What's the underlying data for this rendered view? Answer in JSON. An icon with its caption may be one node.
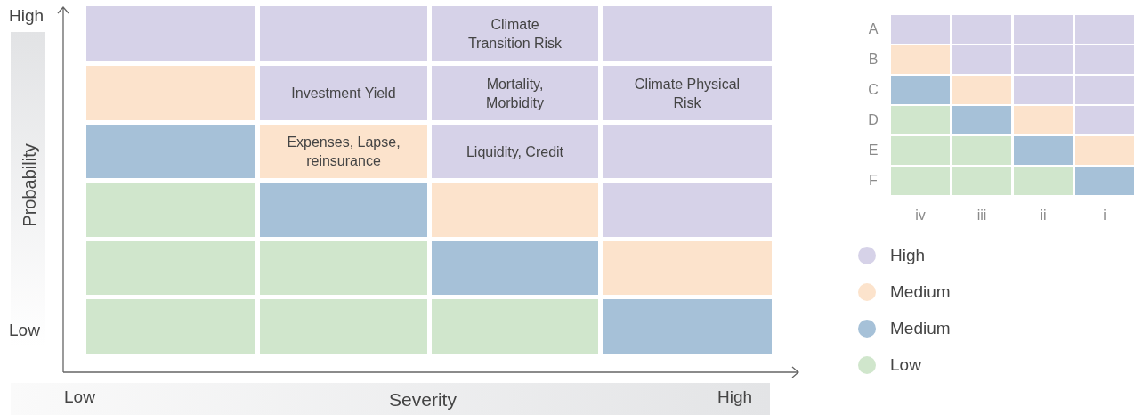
{
  "diagram": {
    "nodes": [
      {
        "text": [],
        "shape": "box"
      },
      {
        "text": [],
        "shape": "box"
      },
      {
        "text": [
          "Climate Transition Risk"
        ]
      },
      {
        "text": [],
        "shape": "box"
      },
      {
        "text": [],
        "shape": "box"
      },
      {
        "text": [
          "Investment Yield"
        ]
      },
      {
        "text": [
          "Mortality, Morbidity"
        ]
      },
      {
        "text": [
          "Climate Physical Risk"
        ]
      },
      {
        "text": [],
        "shape": "box"
      },
      {
        "text": [
          "Expenses, Lapse, reinsurance"
        ]
      },
      {
        "text": [
          "Liquidity, Credit"
        ]
      },
      {
        "text": [],
        "shape": "box"
      },
      {
        "text": [],
        "shape": "box"
      },
      {
        "text": [],
        "shape": "box"
      },
      {
        "text": [],
        "shape": "box"
      },
      {
        "text": [],
        "shape": "box"
      },
      {
        "text": [],
        "shape": "box"
      },
      {
        "text": [],
        "shape": "box"
      },
      {
        "text": [],
        "shape": "box"
      },
      {
        "text": [],
        "shape": "box"
      },
      {
        "text": [],
        "shape": "box"
      },
      {
        "text": [],
        "shape": "box"
      },
      {
        "text": [],
        "shape": "box"
      },
      {
        "text": [],
        "shape": "box"
      },
      {
        "text": [],
        "shape": "box"
      },
      {
        "text": [],
        "shape": "box"
      },
      {
        "text": [],
        "shape": "box"
      },
      {
        "text": [],
        "shape": "box"
      },
      {
        "text": [],
        "shape": "box"
      },
      {
        "text": [],
        "shape": "box"
      },
      {
        "text": [],
        "shape": "box"
      },
      {
        "text": [],
        "shape": "box"
      },
      {
        "text": [],
        "shape": "box"
      },
      {
        "text": [],
        "shape": "box"
      },
      {
        "text": [],
        "shape": "box"
      },
      {
        "text": [],
        "shape": "box"
      },
      {
        "text": [],
        "shape": "box"
      },
      {
        "text": [],
        "shape": "box"
      },
      {
        "text": [],
        "shape": "box"
      },
      {
        "text": [],
        "shape": "box"
      },
      {
        "text": [],
        "shape": "box"
      },
      {
        "text": [],
        "shape": "box"
      },
      {
        "text": [],
        "shape": "box"
      },
      {
        "text": [],
        "shape": "box"
      },
      {
        "text": [],
        "shape": "box"
      },
      {
        "text": [],
        "shape": "box"
      },
      {
        "text": [],
        "shape": "box"
      },
      {
        "text": [],
        "shape": "box"
      }
    ],
    "edges": [],
    "labels": [
      "High",
      "Probability",
      "Low",
      "Low",
      "Severity",
      "High",
      "A",
      "B",
      "C",
      "D",
      "E",
      "F",
      "iv",
      "iii",
      "ii",
      "i"
    ],
    "legend": [
      {
        "text": "High",
        "color": "#d6d2e8"
      },
      {
        "text": "Medium",
        "color": "#fce3cc"
      },
      {
        "text": "Medium",
        "color": "#a6c1d8"
      },
      {
        "text": "Low",
        "color": "#d0e6cc"
      }
    ]
  }
}
